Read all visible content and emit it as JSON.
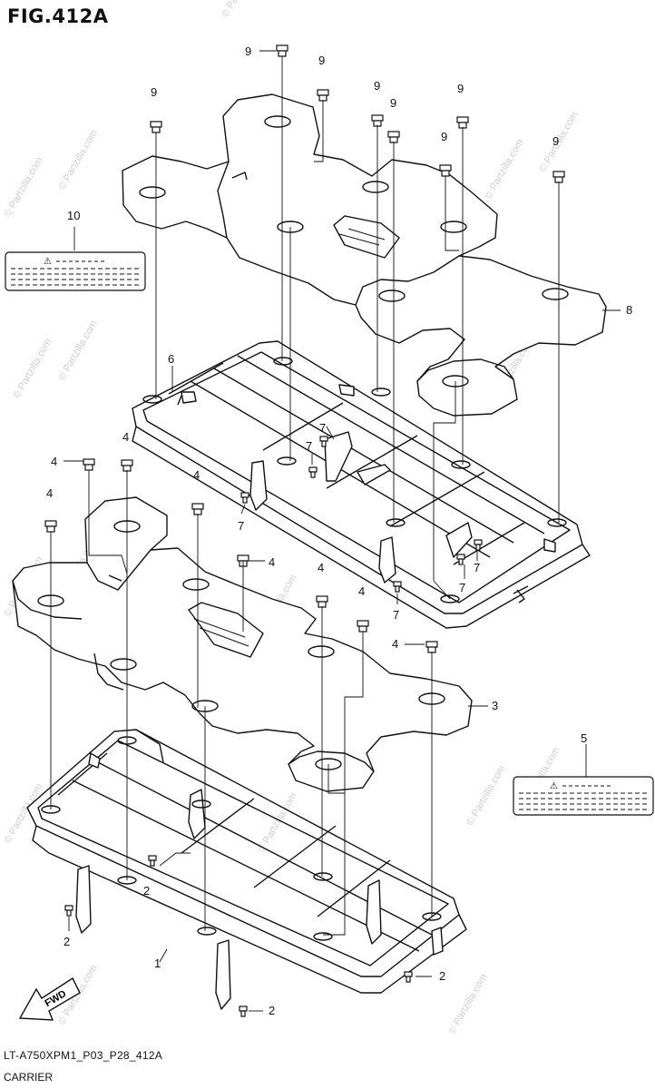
{
  "figure": {
    "title": "FIG.412A",
    "reference_code": "LT-A750XPM1_P03_P28_412A",
    "caption": "CARRIER"
  },
  "watermark": "© Partzilla.com",
  "fwd_arrow_label": "FWD",
  "labels": {
    "warning_symbol": "⚠"
  },
  "callouts": [
    {
      "id": "c9a",
      "text": "9"
    },
    {
      "id": "c9b",
      "text": "9"
    },
    {
      "id": "c9c",
      "text": "9"
    },
    {
      "id": "c9d",
      "text": "9"
    },
    {
      "id": "c9e",
      "text": "9"
    },
    {
      "id": "c9f",
      "text": "9"
    },
    {
      "id": "c9g",
      "text": "9"
    },
    {
      "id": "c9h",
      "text": "9"
    },
    {
      "id": "c10",
      "text": "10"
    },
    {
      "id": "c8",
      "text": "8"
    },
    {
      "id": "c6",
      "text": "6"
    },
    {
      "id": "c7a",
      "text": "7"
    },
    {
      "id": "c7b",
      "text": "7"
    },
    {
      "id": "c7c",
      "text": "7"
    },
    {
      "id": "c7d",
      "text": "7"
    },
    {
      "id": "c7e",
      "text": "7"
    },
    {
      "id": "c7f",
      "text": "7"
    },
    {
      "id": "c4a",
      "text": "4"
    },
    {
      "id": "c4b",
      "text": "4"
    },
    {
      "id": "c4c",
      "text": "4"
    },
    {
      "id": "c4d",
      "text": "4"
    },
    {
      "id": "c4e",
      "text": "4"
    },
    {
      "id": "c4f",
      "text": "4"
    },
    {
      "id": "c4g",
      "text": "4"
    },
    {
      "id": "c4h",
      "text": "4"
    },
    {
      "id": "c3",
      "text": "3"
    },
    {
      "id": "c5",
      "text": "5"
    },
    {
      "id": "c2a",
      "text": "2"
    },
    {
      "id": "c2b",
      "text": "2"
    },
    {
      "id": "c2c",
      "text": "2"
    },
    {
      "id": "c2d",
      "text": "2"
    },
    {
      "id": "c1",
      "text": "1"
    }
  ]
}
